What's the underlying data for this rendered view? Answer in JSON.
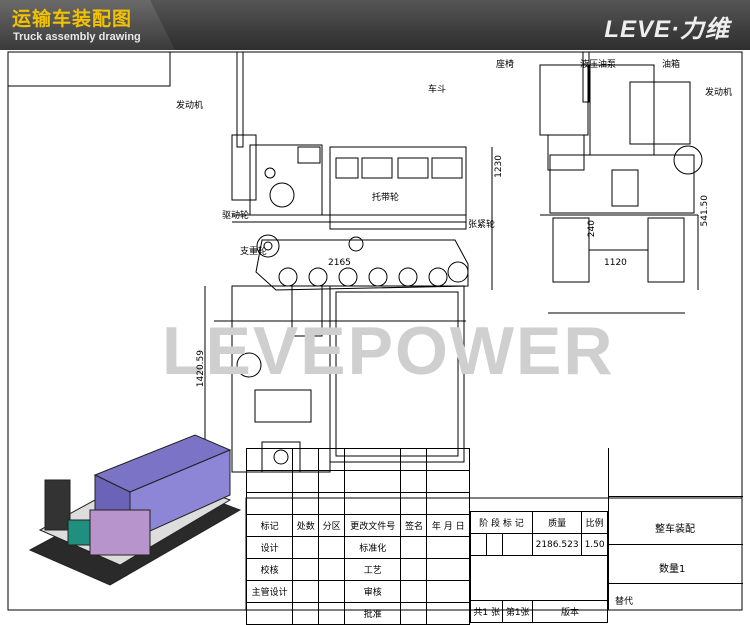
{
  "header": {
    "title_cn": "运输车装配图",
    "title_en": "Truck assembly drawing",
    "brand": "LEVE·力维"
  },
  "watermark": "LEVEPOWER",
  "side_view": {
    "labels": {
      "engine": "发动机",
      "truck_bed": "车斗",
      "carrier_wheel": "托带轮",
      "drive_wheel": "驱动轮",
      "tension_wheel": "张紧轮",
      "support_wheel": "支重轮"
    },
    "dims": {
      "length": "2165",
      "height": "1230"
    }
  },
  "rear_view": {
    "labels": {
      "seat": "座椅",
      "hydraulic_pump": "液压油泵",
      "oil_tank": "油箱",
      "engine": "发动机"
    },
    "dims": {
      "width": "1120",
      "height": "541.50",
      "ground": "240"
    }
  },
  "top_view": {
    "dims": {
      "width": "1420.59"
    }
  },
  "title_block": {
    "headers": [
      "标记",
      "处数",
      "分区",
      "更改文件号",
      "签名",
      "年 月 日"
    ],
    "rows_left": [
      "设计",
      "校核",
      "主管设计"
    ],
    "rows_mid": [
      "标准化",
      "工艺",
      "审核",
      "批准"
    ],
    "stage_header": "阶 段 标 记",
    "mass_header": "质量",
    "scale_header": "比例",
    "mass_value": "2186.523",
    "scale_value": "1.50",
    "drawing_name": "整车装配",
    "quantity": "数量1",
    "sheets_total": "共1 张",
    "sheet_number": "第1张",
    "version": "版本",
    "replace": "替代"
  }
}
